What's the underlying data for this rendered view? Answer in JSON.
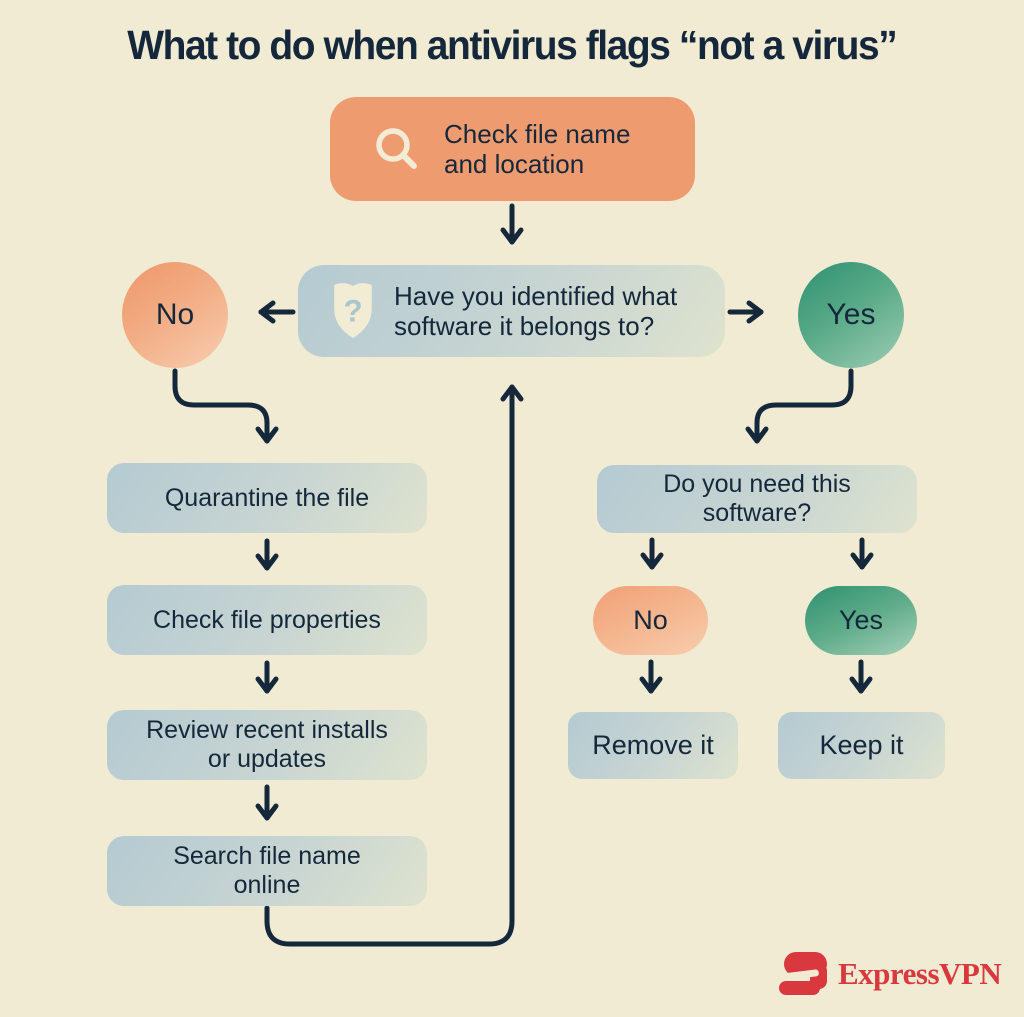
{
  "title": "What to do when antivirus flags “not a virus”",
  "colors": {
    "background": "#F1EBD3",
    "ink": "#15283B",
    "start_box_orange": "#EF9B70",
    "branch_no_orange": "#EE9768",
    "branch_yes_green": "#2E9170",
    "info_box_top": "#B4CAD2",
    "info_box_bottom": "#DEE3CE",
    "brand_red": "#D8383E"
  },
  "nodes": {
    "start": {
      "icon": "search-icon",
      "lines": [
        "Check file name",
        "and location"
      ]
    },
    "question_identified": {
      "icon": "shield-question-icon",
      "lines": [
        "Have you identified what",
        "software it belongs to?"
      ]
    },
    "branch_no": {
      "label": "No"
    },
    "branch_yes": {
      "label": "Yes"
    },
    "no_steps": [
      {
        "lines": [
          "Quarantine the file"
        ]
      },
      {
        "lines": [
          "Check file properties"
        ]
      },
      {
        "lines": [
          "Review recent installs",
          "or updates"
        ]
      },
      {
        "lines": [
          "Search file name",
          "online"
        ]
      }
    ],
    "question_need": {
      "lines": [
        "Do you need this",
        "software?"
      ]
    },
    "pill_no": {
      "label": "No"
    },
    "pill_yes": {
      "label": "Yes"
    },
    "outcome_remove": {
      "label": "Remove it"
    },
    "outcome_keep": {
      "label": "Keep it"
    }
  },
  "footer": {
    "brand": "ExpressVPN"
  }
}
